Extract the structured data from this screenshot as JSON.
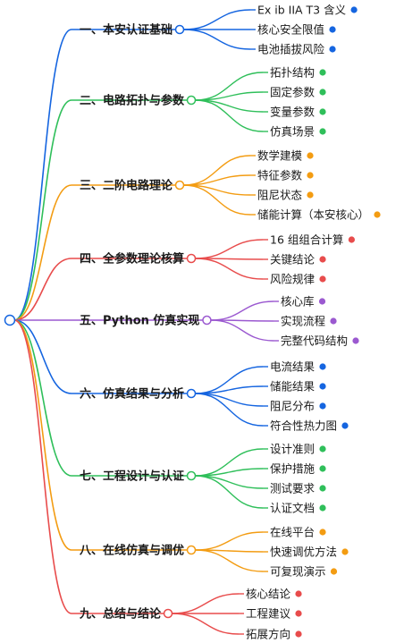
{
  "colors": {
    "blue": "#1565e0",
    "green": "#2fbf5a",
    "orange": "#f39c12",
    "red": "#e84c4c",
    "purple": "#9b59d0"
  },
  "mindmap": {
    "branches": [
      {
        "label": "一、本安认证基础",
        "color": "blue",
        "leaves": [
          "Ex ib IIA T3 含义",
          "核心安全限值",
          "电池插拔风险"
        ]
      },
      {
        "label": "二、电路拓扑与参数",
        "color": "green",
        "leaves": [
          "拓扑结构",
          "固定参数",
          "变量参数",
          "仿真场景"
        ]
      },
      {
        "label": "三、二阶电路理论",
        "color": "orange",
        "leaves": [
          "数学建模",
          "特征参数",
          "阻尼状态",
          "储能计算（本安核心）"
        ]
      },
      {
        "label": "四、全参数理论核算",
        "color": "red",
        "leaves": [
          "16 组组合计算",
          "关键结论",
          "风险规律"
        ]
      },
      {
        "label": "五、Python 仿真实现",
        "color": "purple",
        "leaves": [
          "核心库",
          "实现流程",
          "完整代码结构"
        ]
      },
      {
        "label": "六、仿真结果与分析",
        "color": "blue",
        "leaves": [
          "电流结果",
          "储能结果",
          "阻尼分布",
          "符合性热力图"
        ]
      },
      {
        "label": "七、工程设计与认证",
        "color": "green",
        "leaves": [
          "设计准则",
          "保护措施",
          "测试要求",
          "认证文档"
        ]
      },
      {
        "label": "八、在线仿真与调优",
        "color": "orange",
        "leaves": [
          "在线平台",
          "快速调优方法",
          "可复现演示"
        ]
      },
      {
        "label": "九、总结与结论",
        "color": "red",
        "leaves": [
          "核心结论",
          "工程建议",
          "拓展方向"
        ]
      }
    ]
  }
}
